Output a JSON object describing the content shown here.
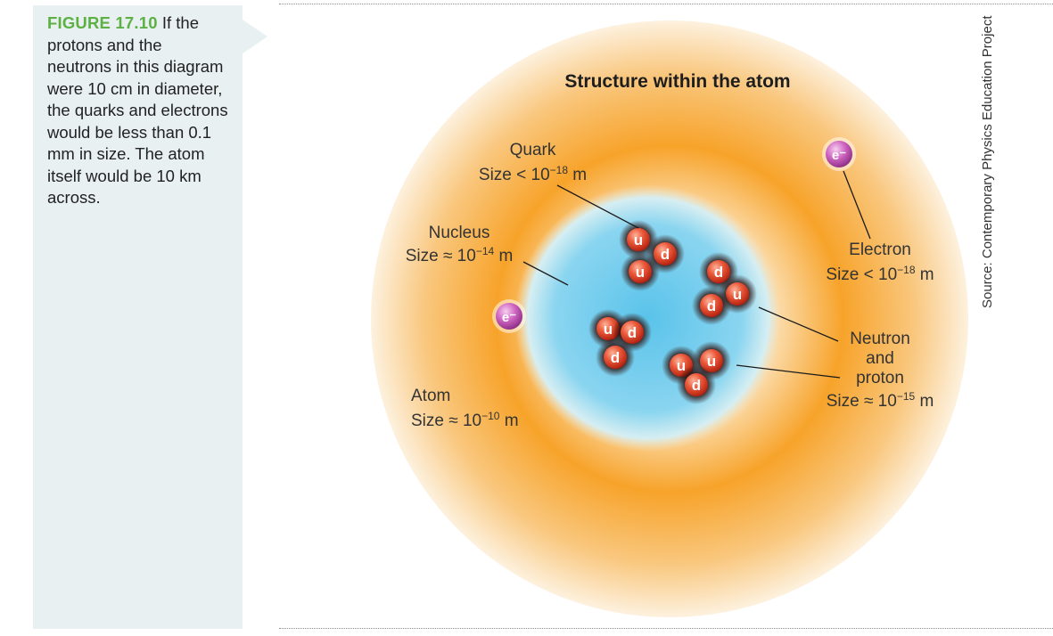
{
  "caption": {
    "figure_label": "FIGURE 17.10",
    "text": " If the protons and the neutrons in this diagram were 10 cm in diameter, the quarks and electrons would be less than 0.1 mm in size. The atom itself would be 10 km across."
  },
  "source": "Source: Contemporary Physics Education Project",
  "diagram": {
    "title": "Structure within the atom",
    "labels": {
      "quark": {
        "name": "Quark",
        "size_prefix": "Size < 10",
        "exponent": "−18",
        "unit": " m"
      },
      "nucleus": {
        "name": "Nucleus",
        "size_prefix": "Size ≈ 10",
        "exponent": "−14",
        "unit": " m"
      },
      "electron": {
        "name": "Electron",
        "size_prefix": "Size < 10",
        "exponent": "−18",
        "unit": " m"
      },
      "nucleon": {
        "name_line1": "Neutron",
        "name_line2": "and",
        "name_line3": "proton",
        "size_prefix": "Size ≈ 10",
        "exponent": "−15",
        "unit": " m"
      },
      "atom": {
        "name": "Atom",
        "size_prefix": "Size ≈ 10",
        "exponent": "−10",
        "unit": " m"
      }
    },
    "electron_symbol": "e⁻",
    "quark_up": "u",
    "quark_down": "d"
  },
  "colors": {
    "atom_outer": "#fdf0dc",
    "atom_mid": "#f7a52a",
    "nucleus": "#5cc6ea",
    "quark": "#e8402a",
    "electron": "#c85ab8",
    "caption_accent": "#5db144",
    "caption_bg": "#e8f0f2"
  }
}
